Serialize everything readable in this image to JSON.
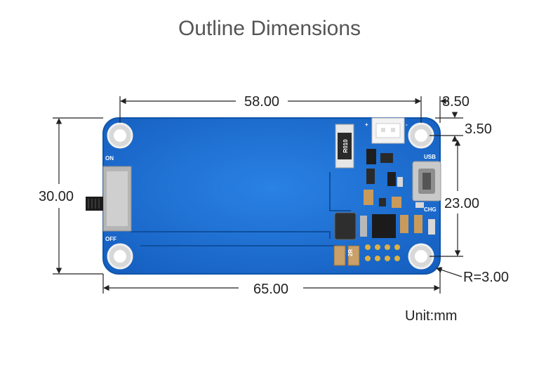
{
  "title": "Outline Dimensions",
  "dimensions": {
    "width": "58.00",
    "overall_width": "65.00",
    "height": "30.00",
    "hole_offset_x": "3.50",
    "hole_offset_y": "3.50",
    "hole_spacing_y": "23.00",
    "corner_radius": "R=3.00"
  },
  "unit": "Unit:mm",
  "board_labels": {
    "on": "ON",
    "off": "OFF",
    "usb": "USB",
    "chg": "CHG",
    "plus": "+",
    "minus": "-",
    "resistor": "R010",
    "inductor": "2R"
  },
  "colors": {
    "pcb": "#1a6fd1",
    "pcb_edge": "#0f55a8",
    "dimension_line": "#222222",
    "text": "#222222"
  }
}
